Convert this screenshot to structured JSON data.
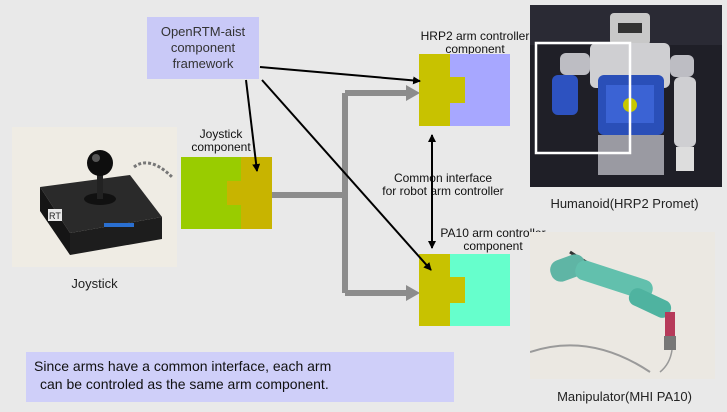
{
  "framework_label": [
    "OpenRTM-aist",
    "component",
    "framework"
  ],
  "hrp2_component_label": [
    "HRP2 arm controller",
    "component"
  ],
  "pa10_component_label": [
    "PA10 arm controller",
    "component"
  ],
  "joystick_component_label": [
    "Joystick",
    "component"
  ],
  "common_interface_label": [
    "Common interface",
    "for robot arm controller"
  ],
  "joystick_caption": "Joystick",
  "humanoid_caption": "Humanoid(HRP2 Promet)",
  "manipulator_caption": "Manipulator(MHI PA10)",
  "joystick_logo_text": "RT",
  "note_text": [
    "Since arms have a common interface, each arm",
    "can be controled  as the same arm component."
  ],
  "colors": {
    "background": "#e9e9e9",
    "framework_box": "#c9c9f7",
    "note_box": "#cfcff9",
    "joystick_green": "#99cc00",
    "joystick_olive": "#c8b400",
    "connector_olive": "#c8c200",
    "hrp2_blue": "#a7a7ff",
    "pa10_aqua": "#66ffcc",
    "gray_arrow": "#8c8c8c"
  }
}
